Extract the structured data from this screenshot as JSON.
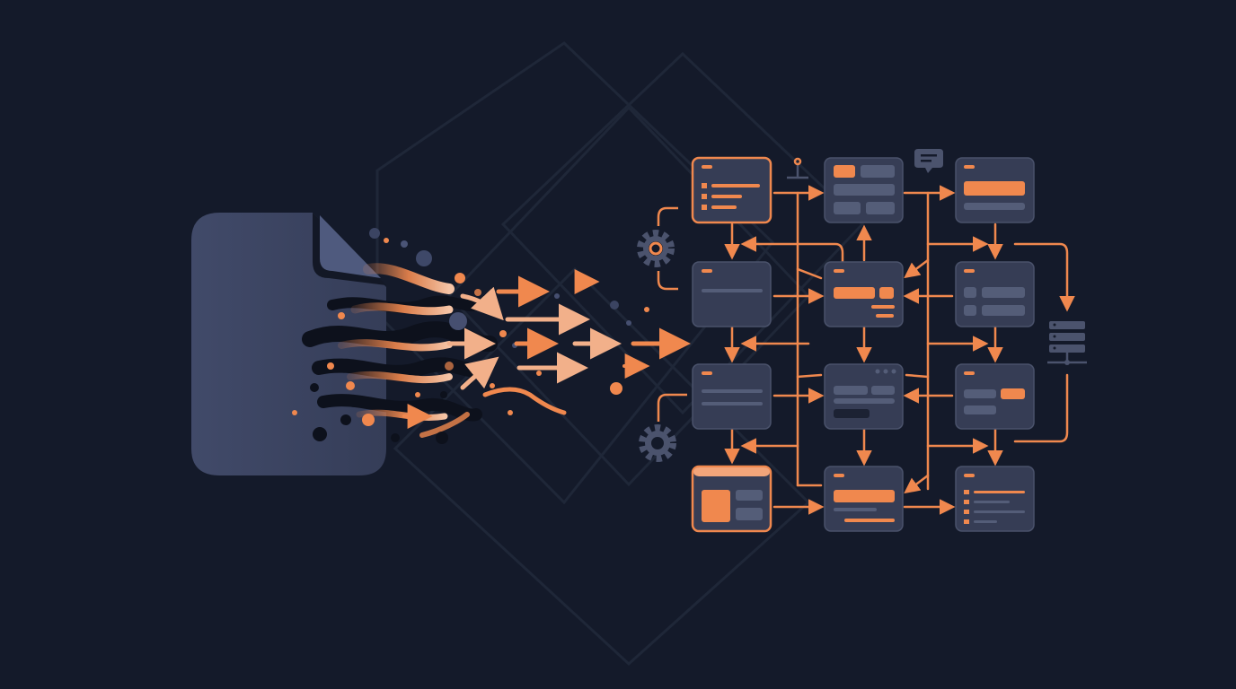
{
  "palette": {
    "background": "#141a2a",
    "diamond_outline": "#1f2738",
    "document": "#3f4866",
    "document_fold": "#4f5a7e",
    "panel": "#363d55",
    "panel_border": "#4a526b",
    "panel_bar": "#545d78",
    "accent": "#f0884e",
    "accent_light": "#f2a57a",
    "gear": "#4b536d",
    "particle_dark": "#0d111c"
  },
  "icons": {
    "document": "document-icon",
    "gear": "gear-icon",
    "chat": "chat-bubble-icon",
    "server": "server-rack-icon",
    "pin": "pin-icon"
  },
  "grid": {
    "columns": 3,
    "rows": 4,
    "highlighted_panels": [
      "panel-r1-c1",
      "panel-r4-c1"
    ]
  }
}
